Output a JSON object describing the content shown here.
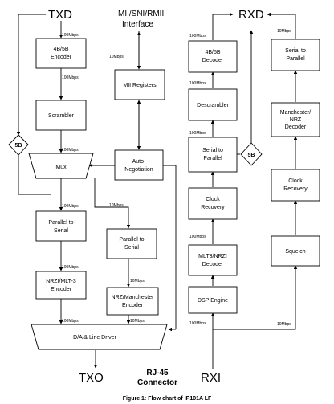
{
  "headers": {
    "txd": "TXD",
    "rxd": "RXD",
    "mii_line1": "MII/SNI/RMII",
    "mii_line2": "Interface",
    "txo": "TXO",
    "rxi": "RXI",
    "rj45_line1": "RJ-45",
    "rj45_line2": "Connector"
  },
  "caption": "Figure 1: Flow chart of IP101A LF",
  "blocks": {
    "enc4b5b": [
      "4B/5B",
      "Encoder"
    ],
    "scrambler": [
      "Scrambler"
    ],
    "mux": [
      "Mux"
    ],
    "par2ser_a": [
      "Parallel to",
      "Serial"
    ],
    "nrzi_mlt3": [
      "NRZI/MLT-3",
      "Encoder"
    ],
    "mii_regs": [
      "MII Registers"
    ],
    "autoneg": [
      "Auto-",
      "Negotiation"
    ],
    "par2ser_b": [
      "Parallel to",
      "Serial"
    ],
    "nrz_manch": [
      "NRZ/Manchester",
      "Encoder"
    ],
    "da_driver": [
      "D/A & Line Driver"
    ],
    "dec4b5b": [
      "4B/5B",
      "Decoder"
    ],
    "descrambler": [
      "Descrambler"
    ],
    "ser2par_a": [
      "Serial to",
      "Parallel"
    ],
    "clkrec_a": [
      "Clock",
      "Recovery"
    ],
    "mlt3_nrzi": [
      "MLT3/NRZI",
      "Decoder"
    ],
    "dsp": [
      "DSP Engine"
    ],
    "ser2par_b": [
      "Serial to",
      "Parallel"
    ],
    "manch_nrz": [
      "Manchester/",
      "NRZ",
      "Decoder"
    ],
    "clkrec_b": [
      "Clock",
      "Recovery"
    ],
    "squelch": [
      "Squelch"
    ],
    "fiveb_left": [
      "5B"
    ],
    "fiveb_right": [
      "5B"
    ]
  },
  "rates": {
    "r100": "100Mbps",
    "r10": "10Mbps"
  }
}
